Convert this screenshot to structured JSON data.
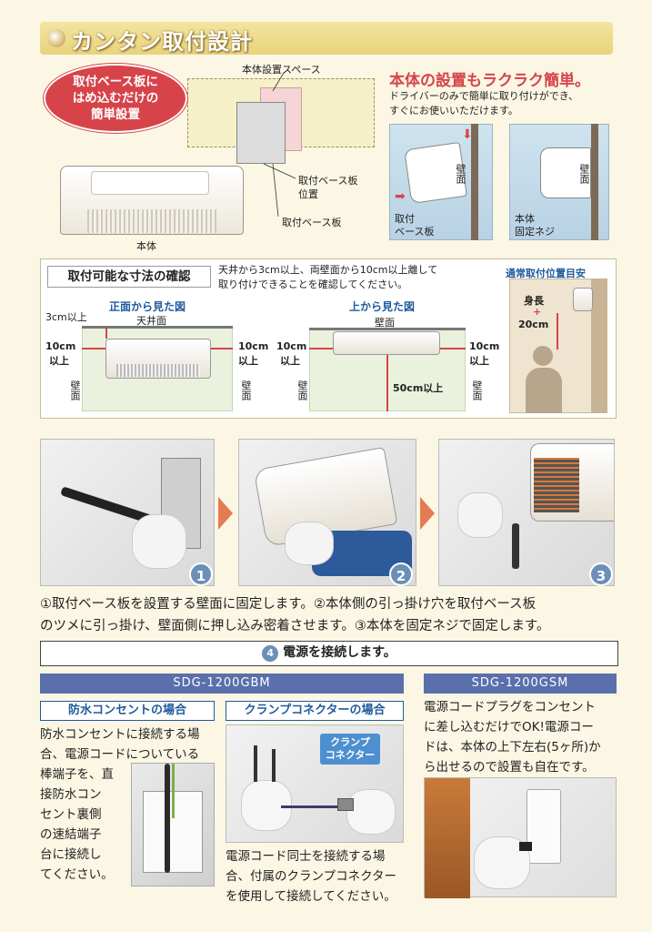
{
  "header": {
    "title": "カンタン取付設計"
  },
  "install": {
    "bubble_lines": [
      "取付ベース板に",
      "はめ込むだけの",
      "簡単設置"
    ],
    "space_label": "本体設置スペース",
    "plate_position_label_1": "取付ベース板",
    "plate_position_label_2": "位置",
    "plate_label": "取付ベース板",
    "body_label": "本体"
  },
  "easy": {
    "heading": "本体の設置もラクラク簡単。",
    "desc_1": "ドライバーのみで簡単に取り付けができ、",
    "desc_2": "すぐにお使いいただけます。",
    "left_wall": "壁面",
    "left_plate_1": "取付",
    "left_plate_2": "ベース板",
    "right_wall": "壁面",
    "right_screw_1": "本体",
    "right_screw_2": "固定ネジ"
  },
  "dimensions": {
    "title": "取付可能な寸法の確認",
    "desc_1": "天井から3cm以上、両壁面から10cm以上離して",
    "desc_2": "取り付けできることを確認してください。",
    "front_view": "正面から見た図",
    "front_ceiling": "天井面",
    "front_top_gap": "3cm以上",
    "front_left_gap_1": "10cm",
    "front_left_gap_2": "以上",
    "front_right_gap_1": "10cm",
    "front_right_gap_2": "以上",
    "front_left_wall": "壁面",
    "front_right_wall": "壁面",
    "top_view": "上から見た図",
    "top_wall": "壁面",
    "top_left_gap_1": "10cm",
    "top_left_gap_2": "以上",
    "top_right_gap_1": "10cm",
    "top_right_gap_2": "以上",
    "top_front_gap": "50cm以上",
    "top_left_wall": "壁面",
    "top_right_wall": "壁面",
    "normal_position": "通常取付位置目安",
    "height_1": "身長",
    "height_plus": "+",
    "height_2": "20cm"
  },
  "steps": {
    "num_1": "1",
    "num_2": "2",
    "num_3": "3",
    "text_1": "①取付ベース板を設置する壁面に固定します。②本体側の引っ掛け穴を取付ベース板",
    "text_2": "のツメに引っ掛け、壁面側に押し込み密着させます。③本体を固定ネジで固定します。"
  },
  "power": {
    "num": "4",
    "label": "電源を接続します。"
  },
  "gbm": {
    "model": "SDG-1200GBM",
    "waterproof_label": "防水コンセントの場合",
    "clamp_label": "クランプコネクターの場合",
    "waterproof_text": [
      "防水コンセントに接続する場",
      "合、電源コードについている",
      "棒端子を、直",
      "接防水コン",
      "セント裏側",
      "の速結端子",
      "台に接続し",
      "てください。"
    ],
    "clamp_callout_1": "クランプ",
    "clamp_callout_2": "コネクター",
    "clamp_text_1": "電源コード同士を接続する場",
    "clamp_text_2": "合、付属のクランプコネクターを使用して接続してください。"
  },
  "gsm": {
    "model": "SDG-1200GSM",
    "text": [
      "電源コードプラグをコンセント",
      "に差し込むだけでOK!電源コー",
      "ドは、本体の上下左右(5ヶ所)か",
      "ら出せるので設置も自在です。"
    ]
  },
  "colors": {
    "accent_red": "#d6444a",
    "accent_blue": "#1f5a9e",
    "model_bar": "#5a6fab",
    "background": "#fbf7e4"
  }
}
